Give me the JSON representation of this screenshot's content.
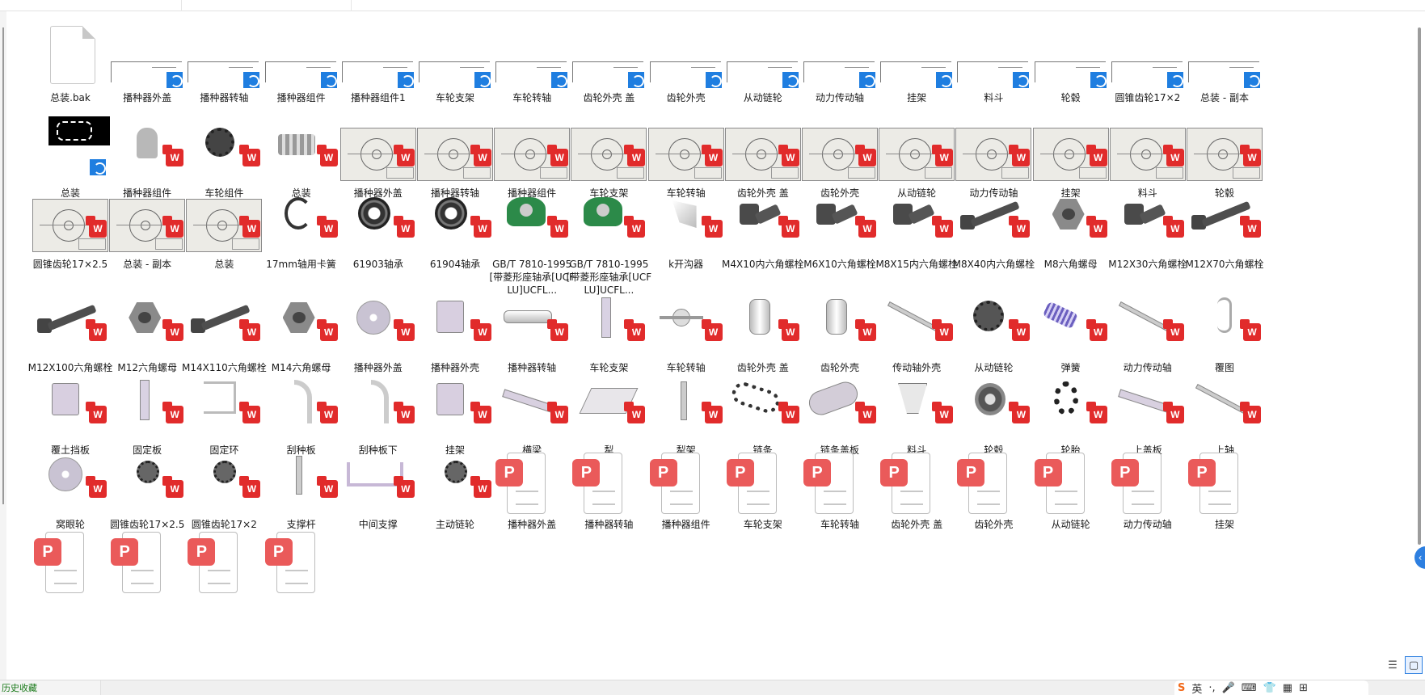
{
  "window": {
    "history_label": "历史收藏"
  },
  "view_buttons": [
    "details-view",
    "large-icons-view"
  ],
  "tray": {
    "ime": "英",
    "items": [
      "S",
      "英",
      "·,",
      "mic",
      "keyboard",
      "shirt",
      "apps",
      "grid"
    ]
  },
  "files": [
    {
      "name": "总装.bak",
      "kind": "generic"
    },
    {
      "name": "播种器外盖",
      "kind": "slddrw"
    },
    {
      "name": "播种器转轴",
      "kind": "slddrw"
    },
    {
      "name": "播种器组件",
      "kind": "slddrw"
    },
    {
      "name": "播种器组件1",
      "kind": "slddrw"
    },
    {
      "name": "车轮支架",
      "kind": "slddrw"
    },
    {
      "name": "车轮转轴",
      "kind": "slddrw"
    },
    {
      "name": "齿轮外壳 盖",
      "kind": "slddrw"
    },
    {
      "name": "齿轮外壳",
      "kind": "slddrw"
    },
    {
      "name": "从动链轮",
      "kind": "slddrw"
    },
    {
      "name": "动力传动轴",
      "kind": "slddrw"
    },
    {
      "name": "挂架",
      "kind": "slddrw"
    },
    {
      "name": "料斗",
      "kind": "slddrw"
    },
    {
      "name": "轮毂",
      "kind": "slddrw"
    },
    {
      "name": "圆锥齿轮17×2",
      "kind": "slddrw"
    },
    {
      "name": "总装 - 副本",
      "kind": "slddrw"
    },
    {
      "name": "总装",
      "kind": "slddrw-black"
    },
    {
      "name": "播种器组件",
      "kind": "sw-part",
      "shape": "assembly"
    },
    {
      "name": "车轮组件",
      "kind": "sw-part",
      "shape": "wheel"
    },
    {
      "name": "总装",
      "kind": "sw-part",
      "shape": "assembly2"
    },
    {
      "name": "播种器外盖",
      "kind": "sw-drawing"
    },
    {
      "name": "播种器转轴",
      "kind": "sw-drawing"
    },
    {
      "name": "播种器组件",
      "kind": "sw-drawing"
    },
    {
      "name": "车轮支架",
      "kind": "sw-drawing"
    },
    {
      "name": "车轮转轴",
      "kind": "sw-drawing"
    },
    {
      "name": "齿轮外壳 盖",
      "kind": "sw-drawing"
    },
    {
      "name": "齿轮外壳",
      "kind": "sw-drawing"
    },
    {
      "name": "从动链轮",
      "kind": "sw-drawing"
    },
    {
      "name": "动力传动轴",
      "kind": "sw-drawing"
    },
    {
      "name": "挂架",
      "kind": "sw-drawing"
    },
    {
      "name": "料斗",
      "kind": "sw-drawing"
    },
    {
      "name": "轮毂",
      "kind": "sw-drawing"
    },
    {
      "name": "圆锥齿轮17×2.5",
      "kind": "sw-drawing"
    },
    {
      "name": "总装 - 副本",
      "kind": "sw-drawing"
    },
    {
      "name": "总装",
      "kind": "sw-drawing"
    },
    {
      "name": "17mm轴用卡簧",
      "kind": "sw-part",
      "shape": "ring"
    },
    {
      "name": "61903轴承",
      "kind": "sw-part",
      "shape": "bearing"
    },
    {
      "name": "61904轴承",
      "kind": "sw-part",
      "shape": "bearing"
    },
    {
      "name": "GB/T 7810-1995[带菱形座轴承[UCFLU]UCFL...",
      "kind": "sw-part",
      "shape": "green"
    },
    {
      "name": "GB/T 7810-1995[带菱形座轴承[UCFLU]UCFL...",
      "kind": "sw-part",
      "shape": "green"
    },
    {
      "name": "k开沟器",
      "kind": "sw-part",
      "shape": "plate"
    },
    {
      "name": "M4X10内六角螺栓",
      "kind": "sw-part",
      "shape": "bolt"
    },
    {
      "name": "M6X10六角螺栓",
      "kind": "sw-part",
      "shape": "bolt"
    },
    {
      "name": "M8X15内六角螺栓",
      "kind": "sw-part",
      "shape": "bolt"
    },
    {
      "name": "M8X40内六角螺栓",
      "kind": "sw-part",
      "shape": "boltlong"
    },
    {
      "name": "M8六角螺母",
      "kind": "sw-part",
      "shape": "nut"
    },
    {
      "name": "M12X30六角螺栓",
      "kind": "sw-part",
      "shape": "bolt"
    },
    {
      "name": "M12X70六角螺栓",
      "kind": "sw-part",
      "shape": "boltlong"
    },
    {
      "name": "M12X100六角螺栓",
      "kind": "sw-part",
      "shape": "boltlong"
    },
    {
      "name": "M12六角螺母",
      "kind": "sw-part",
      "shape": "nut"
    },
    {
      "name": "M14X110六角螺栓",
      "kind": "sw-part",
      "shape": "boltlong"
    },
    {
      "name": "M14六角螺母",
      "kind": "sw-part",
      "shape": "nut"
    },
    {
      "name": "播种器外盖",
      "kind": "sw-part",
      "shape": "disc"
    },
    {
      "name": "播种器外壳",
      "kind": "sw-part",
      "shape": "bracket"
    },
    {
      "name": "播种器转轴",
      "kind": "sw-part",
      "shape": "shaft"
    },
    {
      "name": "车轮支架",
      "kind": "sw-part",
      "shape": "bar"
    },
    {
      "name": "车轮转轴",
      "kind": "sw-part",
      "shape": "axle"
    },
    {
      "name": "齿轮外壳 盖",
      "kind": "sw-part",
      "shape": "cylinder"
    },
    {
      "name": "齿轮外壳",
      "kind": "sw-part",
      "shape": "cylinder"
    },
    {
      "name": "传动轴外壳",
      "kind": "sw-part",
      "shape": "rod"
    },
    {
      "name": "从动链轮",
      "kind": "sw-part",
      "shape": "sprocket"
    },
    {
      "name": "弹簧",
      "kind": "sw-part",
      "shape": "spring"
    },
    {
      "name": "动力传动轴",
      "kind": "sw-part",
      "shape": "rod"
    },
    {
      "name": "覆图",
      "kind": "sw-part",
      "shape": "hook"
    },
    {
      "name": "覆土挡板",
      "kind": "sw-part",
      "shape": "bracket"
    },
    {
      "name": "固定板",
      "kind": "sw-part",
      "shape": "bar"
    },
    {
      "name": "固定环",
      "kind": "sw-part",
      "shape": "frame"
    },
    {
      "name": "刮种板",
      "kind": "sw-part",
      "shape": "arc"
    },
    {
      "name": "刮种板下",
      "kind": "sw-part",
      "shape": "arc"
    },
    {
      "name": "挂架",
      "kind": "sw-part",
      "shape": "bracket"
    },
    {
      "name": "横梁",
      "kind": "sw-part",
      "shape": "beam"
    },
    {
      "name": "犁",
      "kind": "sw-part",
      "shape": "wedge"
    },
    {
      "name": "犁架",
      "kind": "sw-part",
      "shape": "post"
    },
    {
      "name": "链条",
      "kind": "sw-part",
      "shape": "chain"
    },
    {
      "name": "链条盖板",
      "kind": "sw-part",
      "shape": "cover"
    },
    {
      "name": "料斗",
      "kind": "sw-part",
      "shape": "hopper"
    },
    {
      "name": "轮毂",
      "kind": "sw-part",
      "shape": "hub"
    },
    {
      "name": "轮胎",
      "kind": "sw-part",
      "shape": "tire"
    },
    {
      "name": "上盖板",
      "kind": "sw-part",
      "shape": "beam"
    },
    {
      "name": "上轴",
      "kind": "sw-part",
      "shape": "rod"
    },
    {
      "name": "窝眼轮",
      "kind": "sw-part",
      "shape": "disc"
    },
    {
      "name": "圆锥齿轮17×2.5",
      "kind": "sw-part",
      "shape": "gear"
    },
    {
      "name": "圆锥齿轮17×2",
      "kind": "sw-part",
      "shape": "gear"
    },
    {
      "name": "支撑杆",
      "kind": "sw-part",
      "shape": "post"
    },
    {
      "name": "中间支撑",
      "kind": "sw-part",
      "shape": "frame2"
    },
    {
      "name": "主动链轮",
      "kind": "sw-part",
      "shape": "gear"
    },
    {
      "name": "播种器外盖",
      "kind": "pdf"
    },
    {
      "name": "播种器转轴",
      "kind": "pdf"
    },
    {
      "name": "播种器组件",
      "kind": "pdf"
    },
    {
      "name": "车轮支架",
      "kind": "pdf"
    },
    {
      "name": "车轮转轴",
      "kind": "pdf"
    },
    {
      "name": "齿轮外壳 盖",
      "kind": "pdf"
    },
    {
      "name": "齿轮外壳",
      "kind": "pdf"
    },
    {
      "name": "从动链轮",
      "kind": "pdf"
    },
    {
      "name": "动力传动轴",
      "kind": "pdf"
    },
    {
      "name": "挂架",
      "kind": "pdf"
    },
    {
      "name": "",
      "kind": "pdf"
    },
    {
      "name": "",
      "kind": "pdf"
    },
    {
      "name": "",
      "kind": "pdf"
    },
    {
      "name": "",
      "kind": "pdf"
    }
  ]
}
